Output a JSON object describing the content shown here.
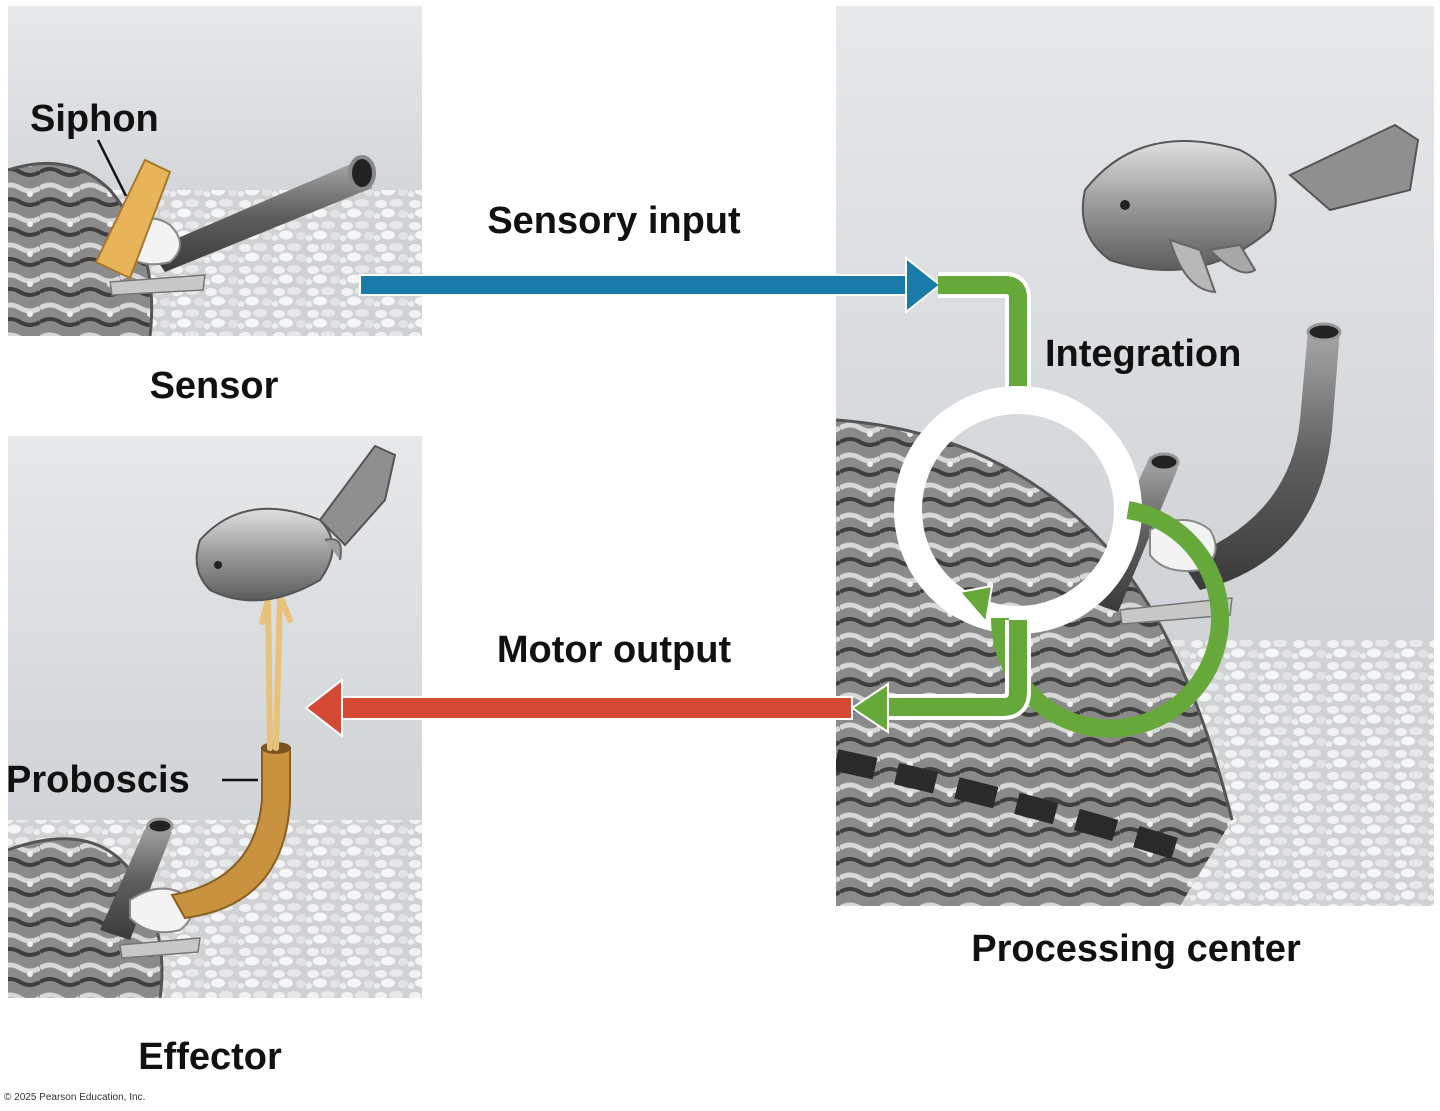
{
  "labels": {
    "siphon": "Siphon",
    "sensor": "Sensor",
    "effector": "Effector",
    "proboscis": "Proboscis",
    "processing_center": "Processing center",
    "sensory_input": "Sensory input",
    "integration": "Integration",
    "motor_output": "Motor output"
  },
  "copyright": "© 2025 Pearson Education, Inc.",
  "colors": {
    "sensory_arrow": "#1b7ba8",
    "motor_arrow": "#d44a35",
    "integration_path": "#67a83a",
    "siphon_highlight": "#e8b45a",
    "proboscis_highlight": "#c8923e",
    "panel_background": "#dcdee0"
  }
}
